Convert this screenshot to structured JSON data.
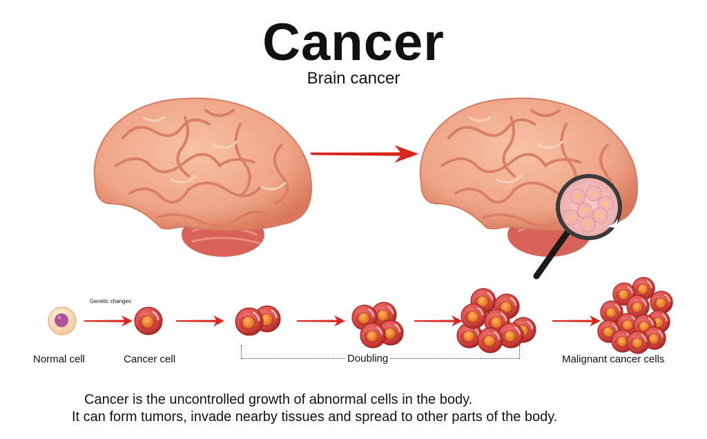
{
  "header": {
    "title": "Cancer",
    "subtitle": "Brain cancer"
  },
  "brains": [
    {
      "name": "healthy-brain",
      "state": "normal"
    },
    {
      "name": "brain-with-tumor",
      "state": "magnified tumor cells"
    }
  ],
  "stages": [
    {
      "label": "Normal cell",
      "cells": 1
    },
    {
      "label": "Cancer cell",
      "cells": 1
    },
    {
      "label": "",
      "cells": 2
    },
    {
      "label": "",
      "cells": 4
    },
    {
      "label": "",
      "cells": 8
    },
    {
      "label": "Malignant cancer cells",
      "cells": 16
    }
  ],
  "annotations": {
    "genetic_changes": "Genetic changes",
    "doubling": "Doubling"
  },
  "description": {
    "line1": "Cancer is the uncontrolled growth of abnormal cells in the body.",
    "line2": "It can form tumors, invade nearby tissues and spread to other parts of the body."
  },
  "colors": {
    "arrow": "#d9261c",
    "brain": "#f0a98c",
    "cell_red": "#d9534f",
    "nucleus_orange": "#f08a24",
    "normal_nucleus": "#b0509a",
    "magnifier": "#222222"
  },
  "icons": [
    "arrow-right-icon",
    "magnifying-glass-icon"
  ]
}
